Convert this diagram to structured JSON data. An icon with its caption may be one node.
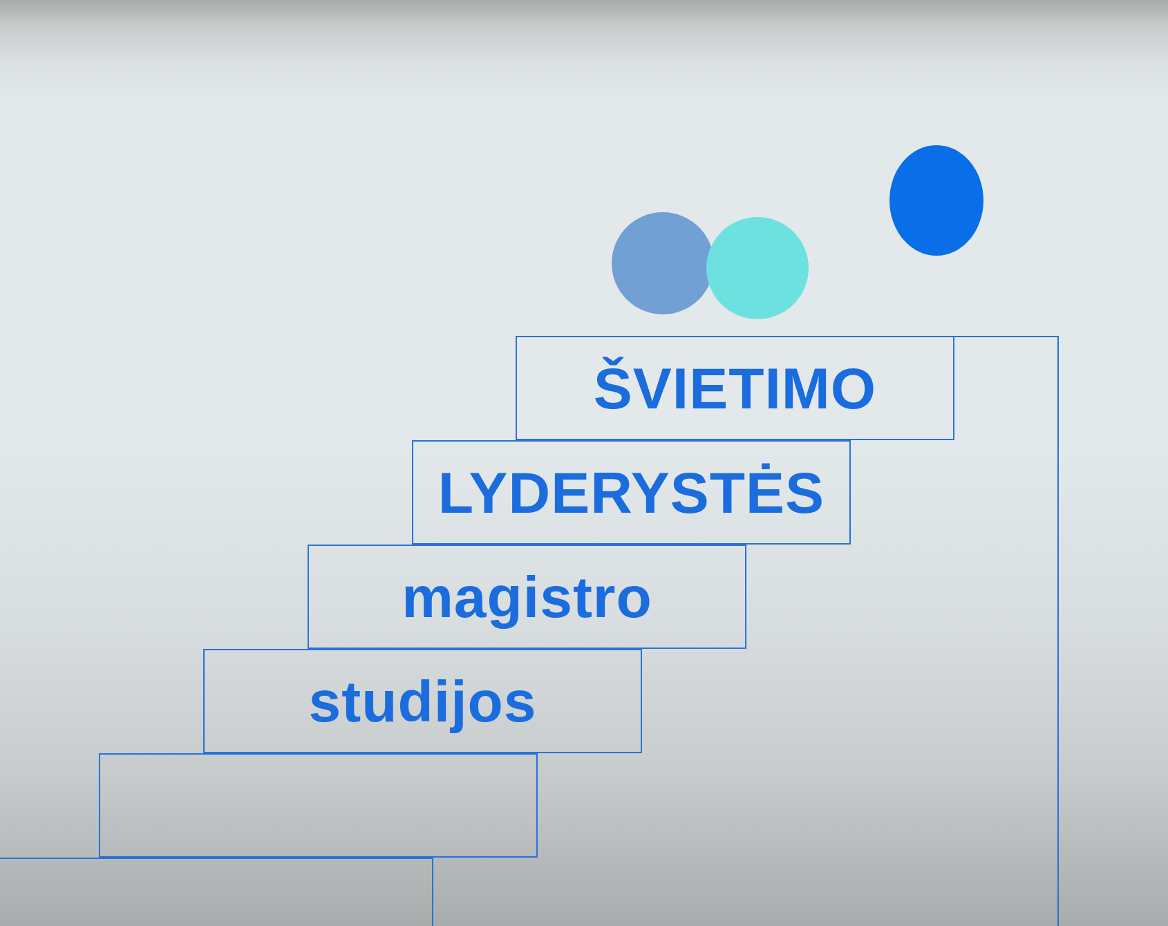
{
  "diagram": {
    "nodes": [
      {
        "text": [
          "ŠVIETIMO"
        ]
      },
      {
        "text": [
          "LYDERYSTĖS"
        ]
      },
      {
        "text": [
          "magistro"
        ]
      },
      {
        "text": [
          "studijos"
        ]
      },
      {
        "text": [],
        "shape": "box"
      },
      {
        "text": [],
        "shape": "box"
      }
    ]
  }
}
